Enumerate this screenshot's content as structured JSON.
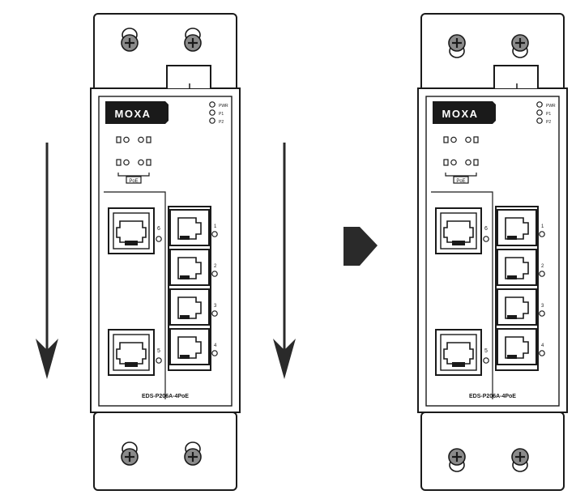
{
  "colors": {
    "line": "#1a1a1a",
    "screw_fill": "#8a8a8a",
    "logo_bg": "#1a1a1a",
    "logo_fg": "#ffffff",
    "arrow": "#2a2a2a"
  },
  "icons": {
    "down_arrow": "down-arrow-icon",
    "step_arrow": "right-block-arrow-icon",
    "screw": "screw-icon",
    "rj45": "rj45-port-icon",
    "led": "led-icon"
  },
  "devices": [
    {
      "id": "before",
      "brand": "MOXA",
      "model": "EDS-P206A-4PoE",
      "led_top": [
        "PWR",
        "P1",
        "P2"
      ],
      "led_left_rows": [
        "□O O□",
        "□O O□"
      ],
      "led_sub_label": "PoE",
      "port_labels_left": [
        "6",
        "5"
      ],
      "port_labels_right": [
        "1",
        "2",
        "3",
        "4"
      ],
      "screw_state": "loosened"
    },
    {
      "id": "after",
      "brand": "MOXA",
      "model": "EDS-P206A-4PoE",
      "led_top": [
        "PWR",
        "P1",
        "P2"
      ],
      "led_left_rows": [
        "□O O□",
        "□O O□"
      ],
      "led_sub_label": "PoE",
      "port_labels_left": [
        "6",
        "5"
      ],
      "port_labels_right": [
        "1",
        "2",
        "3",
        "4"
      ],
      "screw_state": "tightened"
    }
  ]
}
